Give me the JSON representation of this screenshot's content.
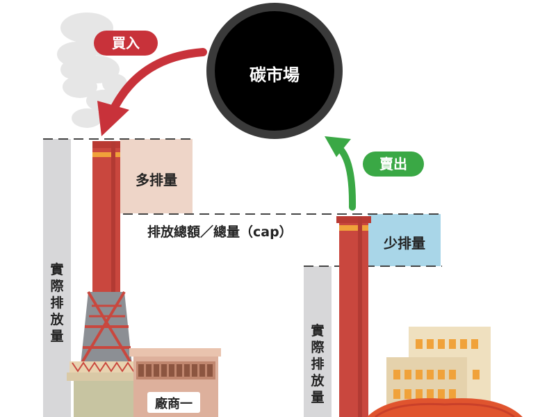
{
  "market": {
    "label": "碳市場"
  },
  "buy": {
    "label": "買入"
  },
  "sell": {
    "label": "賣出"
  },
  "excess": {
    "label": "多排量"
  },
  "deficit": {
    "label": "少排量"
  },
  "cap": {
    "label": "排放總額／總量（cap）"
  },
  "actual_left": {
    "chars": [
      "實",
      "際",
      "排",
      "放",
      "量"
    ]
  },
  "actual_right": {
    "chars": [
      "實",
      "際",
      "排",
      "放",
      "量"
    ]
  },
  "factory1": {
    "label": "廠商一"
  },
  "colors": {
    "buy_red": "#c8323a",
    "sell_green": "#3aa845",
    "excess_fill": "#eed5c8",
    "deficit_fill": "#a9d6e8",
    "actual_gray": "#d7d7d9",
    "chimney_red": "#c9473e",
    "chimney_band": "#f0a23a"
  }
}
